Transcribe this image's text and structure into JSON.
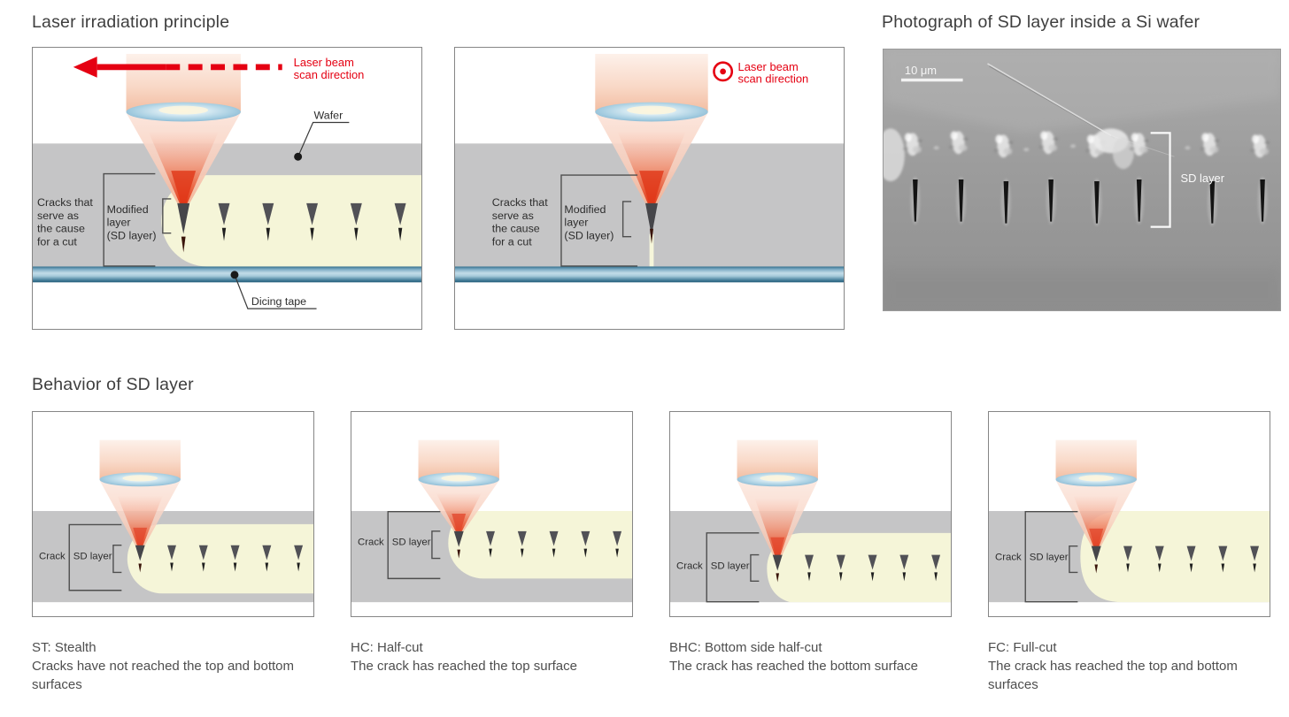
{
  "colors": {
    "accent_red": "#e50012",
    "wafer_gray": "#c5c5c6",
    "sd_layer_yellow": "#f5f5d8",
    "dicing_tape_blue": "#2f6f8e",
    "text_gray": "#4e4e4e"
  },
  "principle": {
    "title": "Laser irradiation principle",
    "scan_label_line1": "Laser beam",
    "scan_label_line2": "scan direction",
    "wafer_label": "Wafer",
    "dicing_tape_label": "Dicing tape",
    "cracks_line1": "Cracks that",
    "cracks_line2": "serve as",
    "cracks_line3": "the cause",
    "cracks_line4": "for a cut",
    "modified_line1": "Modified",
    "modified_line2": "layer",
    "modified_line3": "(SD layer)"
  },
  "photo": {
    "title": "Photograph of SD layer inside a Si wafer",
    "scale_bar_label": "10 μm",
    "sd_layer_label": "SD layer"
  },
  "behavior": {
    "title": "Behavior of SD layer",
    "crack_label": "Crack",
    "sd_layer_label": "SD layer",
    "panels": [
      {
        "code": "ST",
        "caption_title": "ST: Stealth",
        "caption_text": "Cracks have not reached the top and bottom surfaces"
      },
      {
        "code": "HC",
        "caption_title": "HC: Half-cut",
        "caption_text": "The crack has reached the top surface"
      },
      {
        "code": "BHC",
        "caption_title": "BHC: Bottom side half-cut",
        "caption_text": "The crack has reached the bottom surface"
      },
      {
        "code": "FC",
        "caption_title": "FC: Full-cut",
        "caption_text": "The crack has reached the top and bottom surfaces"
      }
    ]
  }
}
